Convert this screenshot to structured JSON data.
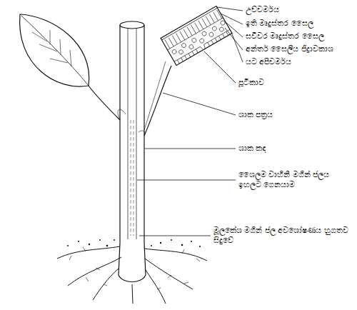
{
  "diagram": {
    "labels": [
      "උච්චර්මය",
      "ඉති මෘදුස්තර සෛල",
      "සවිවර මෘදුස්තර සෛල",
      "අන්තර් සෛලීය ජිද්‍රාවකාශ",
      "යට අපිචර්මය",
      "පූටිකාව",
      "ශාක පත්‍රය",
      "ශාක කඳ",
      "ශෛලම වාහිනී මගින් ජලය ඉහලට ගෙනයාම",
      "මූලකේශ මගින් ජල අවශෝෂණය හුගතව සිදුවේ"
    ]
  }
}
